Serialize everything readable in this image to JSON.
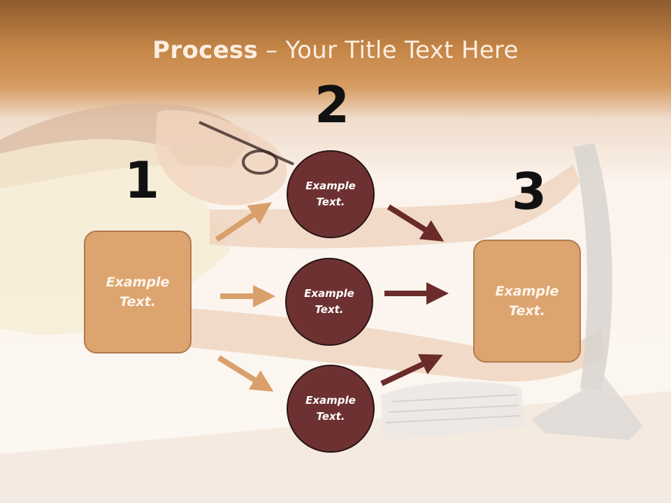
{
  "title": {
    "bold": "Process",
    "rest": " – Your Title Text Here"
  },
  "steps": {
    "one": "1",
    "two": "2",
    "three": "3"
  },
  "left_box": {
    "text": "Example\nText."
  },
  "right_box": {
    "text": "Example\nText."
  },
  "circles": [
    {
      "text": "Example\nText."
    },
    {
      "text": "Example\nText."
    },
    {
      "text": "Example\nText."
    }
  ],
  "colors": {
    "box_fill": "#dca56f",
    "circle_fill": "#6e3132",
    "arrow_light": "#d9a06c",
    "arrow_dark": "#6b2b2b"
  }
}
